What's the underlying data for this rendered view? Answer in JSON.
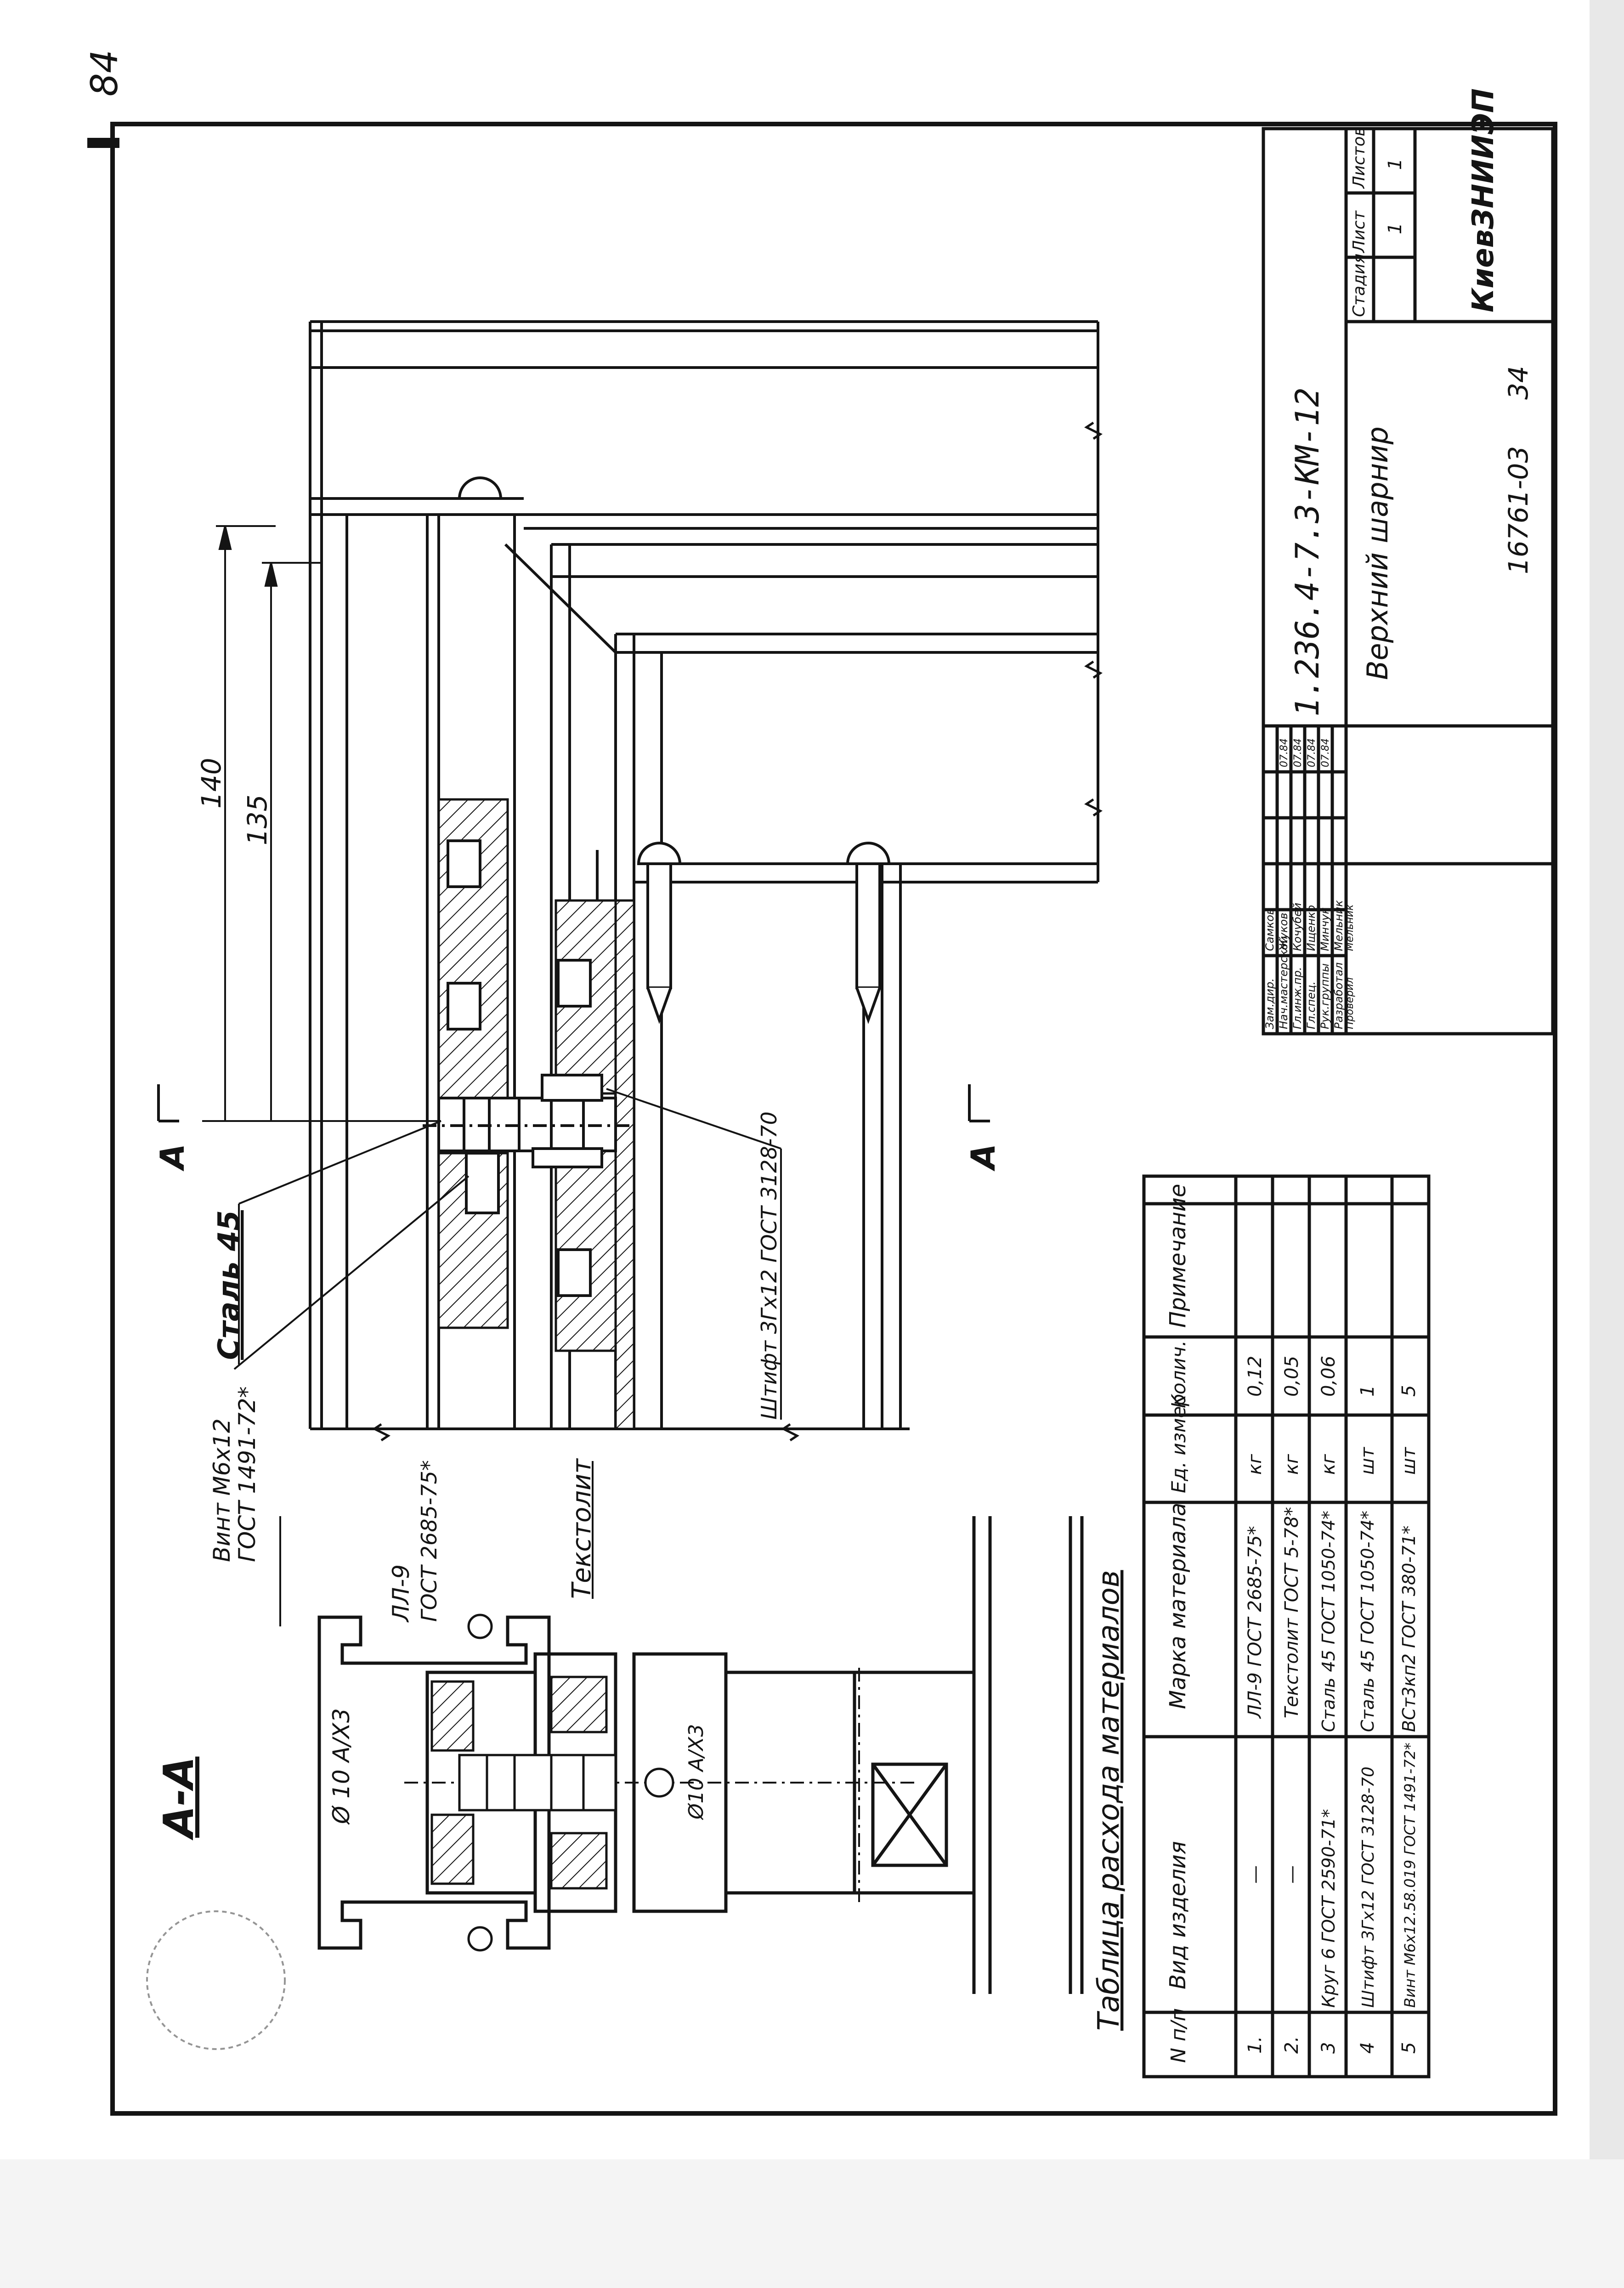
{
  "page": {
    "corner_number": "84",
    "archive_number": "16761-03",
    "sheet_number": "34"
  },
  "drawing": {
    "section_label": "А-А",
    "cut_marker_letter": "A",
    "dimensions": {
      "outer": "140",
      "inner": "135"
    },
    "callouts": {
      "steel": "Сталь 45",
      "screw_line1": "Винт М6х12",
      "screw_line2": "ГОСТ 1491-72*",
      "pin": "Штифт 3Гх12 ГОСТ 3128-70",
      "rubber_line1": "ЛЛ-9",
      "rubber_line2": "ГОСТ 2685-75*",
      "textolite": "Текстолит"
    },
    "diameter_outer": "Ø 10 А/Х3",
    "diameter_inner": "Ø10 А/Х3"
  },
  "materials_table": {
    "title": "Таблица расхода материалов",
    "headers": [
      "N п/п",
      "Вид изделия",
      "Марка материала",
      "Ед. измер",
      "Колич.",
      "Примечание"
    ],
    "rows": [
      {
        "n": "1.",
        "kind": "—",
        "grade": "ЛЛ-9 ГОСТ 2685-75*",
        "unit": "кг",
        "qty": "0,12",
        "note": ""
      },
      {
        "n": "2.",
        "kind": "—",
        "grade": "Текстолит ГОСТ 5-78*",
        "unit": "кг",
        "qty": "0,05",
        "note": ""
      },
      {
        "n": "3",
        "kind": "Круг 6 ГОСТ 2590-71*",
        "grade": "Сталь 45 ГОСТ 1050-74*",
        "unit": "кг",
        "qty": "0,06",
        "note": ""
      },
      {
        "n": "4",
        "kind": "Штифт 3Гх12 ГОСТ 3128-70",
        "grade": "Сталь 45 ГОСТ 1050-74*",
        "unit": "шт",
        "qty": "1",
        "note": ""
      },
      {
        "n": "5",
        "kind": "Винт М6х12.58.019 ГОСТ 1491-72*",
        "grade": "ВСт3кп2 ГОСТ 380-71*",
        "unit": "шт",
        "qty": "5",
        "note": ""
      }
    ]
  },
  "title_block": {
    "code": "1.236.4-7.3-КМ-12",
    "title": "Верхний шарнир",
    "organization": "КиевЗНИИЭП",
    "stage_header": "Стадия",
    "sheet_header": "Лист",
    "sheets_header": "Листов",
    "sheet_value": "1",
    "sheets_value": "1",
    "signatures": [
      {
        "role": "Зам.дир.",
        "name": "Самков",
        "date": ""
      },
      {
        "role": "Нач.мастерской",
        "name": "Жуков",
        "date": "07.84"
      },
      {
        "role": "Гл.инж.пр.",
        "name": "Кочубей",
        "date": "07.84"
      },
      {
        "role": "Гл.спец.",
        "name": "Ищенко",
        "date": "07.84"
      },
      {
        "role": "Рук.группы",
        "name": "Минчук",
        "date": "07.84"
      },
      {
        "role": "Разработал",
        "name": "Мельник",
        "date": ""
      },
      {
        "role": "Проверил",
        "name": "Мельник",
        "date": ""
      }
    ]
  }
}
